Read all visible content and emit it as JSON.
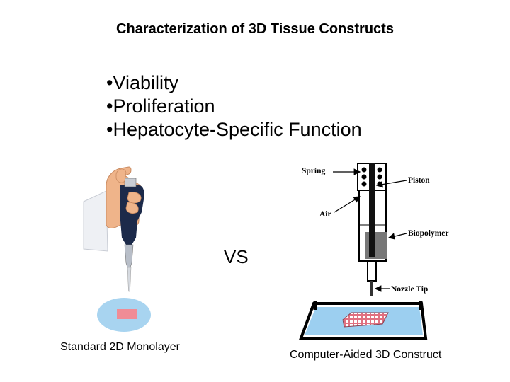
{
  "title": "Characterization of 3D Tissue Constructs",
  "bullets": [
    "Viability",
    "Proliferation",
    "Hepatocyte-Specific Function"
  ],
  "vs_label": "VS",
  "left_caption": "Standard 2D Monolayer",
  "right_caption": "Computer-Aided 3D Construct",
  "diagram_labels": {
    "spring": "Spring",
    "piston": "Piston",
    "air": "Air",
    "biopolymer": "Biopolymer",
    "nozzle_tip": "Nozzle Tip"
  },
  "colors": {
    "dish": "#a8d4f0",
    "sample": "#f08c96",
    "pipette_body": "#1c2a4a",
    "biopolymer": "#777777",
    "substrate": "#9ccff0"
  }
}
